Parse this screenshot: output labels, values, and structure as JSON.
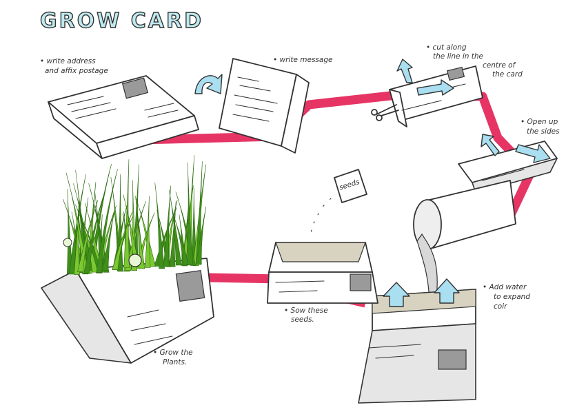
{
  "title": "GROW CARD",
  "colors": {
    "path": "#e63565",
    "accent": "#bfe9f0",
    "grass": "#7cc832",
    "grass_dark": "#3f8f1a",
    "soil": "#d7d3c0"
  },
  "steps": [
    {
      "id": "write-address",
      "lines": [
        "• write address",
        "and affix postage"
      ]
    },
    {
      "id": "write-message",
      "lines": [
        "• write message"
      ]
    },
    {
      "id": "cut",
      "lines": [
        "• cut along",
        "the line in the",
        "centre of",
        "the card"
      ]
    },
    {
      "id": "open-sides",
      "lines": [
        "• Open up",
        "the sides"
      ]
    },
    {
      "id": "add-water",
      "lines": [
        "• Add water",
        "to expand",
        "coir"
      ]
    },
    {
      "id": "sow-seeds",
      "lines": [
        "• Sow these",
        "seeds."
      ]
    },
    {
      "id": "grow",
      "lines": [
        "• Grow the",
        "Plants."
      ]
    }
  ],
  "seed_packet_label": "seeds"
}
